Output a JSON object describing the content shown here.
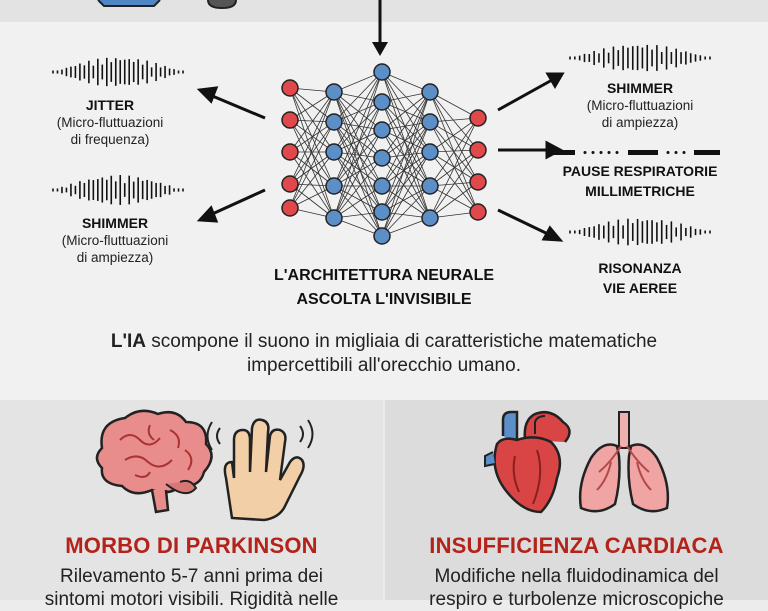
{
  "network": {
    "title_line1": "L'ARCHITETTURA NEURALE",
    "title_line2": "ASCOLTA L'INVISIBILE"
  },
  "features_left": [
    {
      "name": "JITTER",
      "desc_line1": "(Micro-fluttuazioni",
      "desc_line2": "di frequenza)"
    },
    {
      "name": "SHIMMER",
      "desc_line1": "(Micro-fluttuazioni",
      "desc_line2": "di ampiezza)"
    }
  ],
  "features_right": [
    {
      "name": "SHIMMER",
      "desc_line1": "(Micro-fluttuazioni",
      "desc_line2": "di ampiezza)"
    },
    {
      "name_line1": "PAUSE RESPIRATORIE",
      "name_line2": "MILLIMETRICHE"
    },
    {
      "name_line1": "RISONANZA",
      "name_line2": "VIE AEREE"
    }
  ],
  "caption": {
    "bold": "L'IA",
    "rest_line1": " scompone il suono in migliaia di caratteristiche matematiche",
    "line2": "impercettibili all'orecchio umano."
  },
  "diseases": [
    {
      "title": "MORBO DI PARKINSON",
      "line1": "Rilevamento 5-7 anni prima dei",
      "line2": "sintomi motori visibili. Rigidità nelle",
      "icons": [
        "brain-icon",
        "trembling-hand-icon"
      ]
    },
    {
      "title": "INSUFFICIENZA CARDIACA",
      "line1": "Modifiche nella fluidodinamica del",
      "line2": "respiro e turbolenze microscopiche",
      "icons": [
        "heart-icon",
        "lungs-icon"
      ]
    }
  ],
  "colors": {
    "title_red": "#b3231a",
    "node_blue": "#5b8fc7",
    "node_red": "#e0484b"
  }
}
